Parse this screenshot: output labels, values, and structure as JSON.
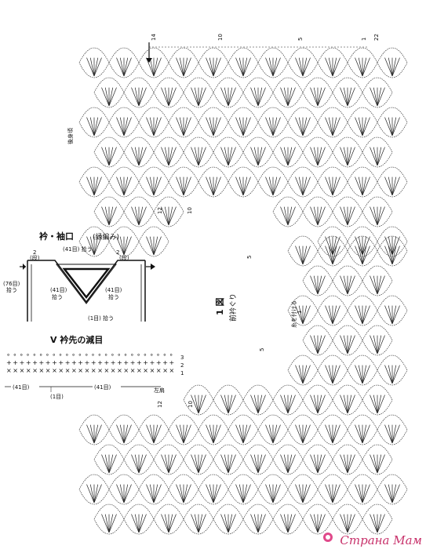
{
  "chart_data": {
    "type": "diagram",
    "main_chart": {
      "column_marks": [
        "14",
        "10",
        "5",
        "1",
        "22"
      ],
      "row_marks_left": [
        "12",
        "10"
      ],
      "lower_marks": [
        "12",
        "10"
      ],
      "side_labels": {
        "back": "後身頃",
        "figure": "1 図",
        "neckline": "前衿ぐり",
        "join": "糸を付ける",
        "row5": "5",
        "row1": "1"
      }
    },
    "collar_diagram": {
      "title": "衿・袖口",
      "title_note": "(縁編み)",
      "labels": {
        "top_center": "(41目) 拾う",
        "left_small": "2",
        "left_small_unit": "(段)",
        "right_small": "2",
        "right_small_unit": "(段)",
        "left_outer": "(76目)",
        "left_outer2": "拾う",
        "left_inner": "(41目)",
        "left_inner2": "拾う",
        "right_inner": "(41目)",
        "right_inner2": "拾う",
        "bottom": "(1目) 拾う"
      }
    },
    "v_diagram": {
      "title": "V 衿先の減目",
      "row_labels": [
        "3",
        "2",
        "1"
      ],
      "left_count": "(41目)",
      "right_count": "(41目)",
      "center_count": "(1目)",
      "shoulder": "左肩"
    }
  },
  "watermark": "Страна Мам"
}
